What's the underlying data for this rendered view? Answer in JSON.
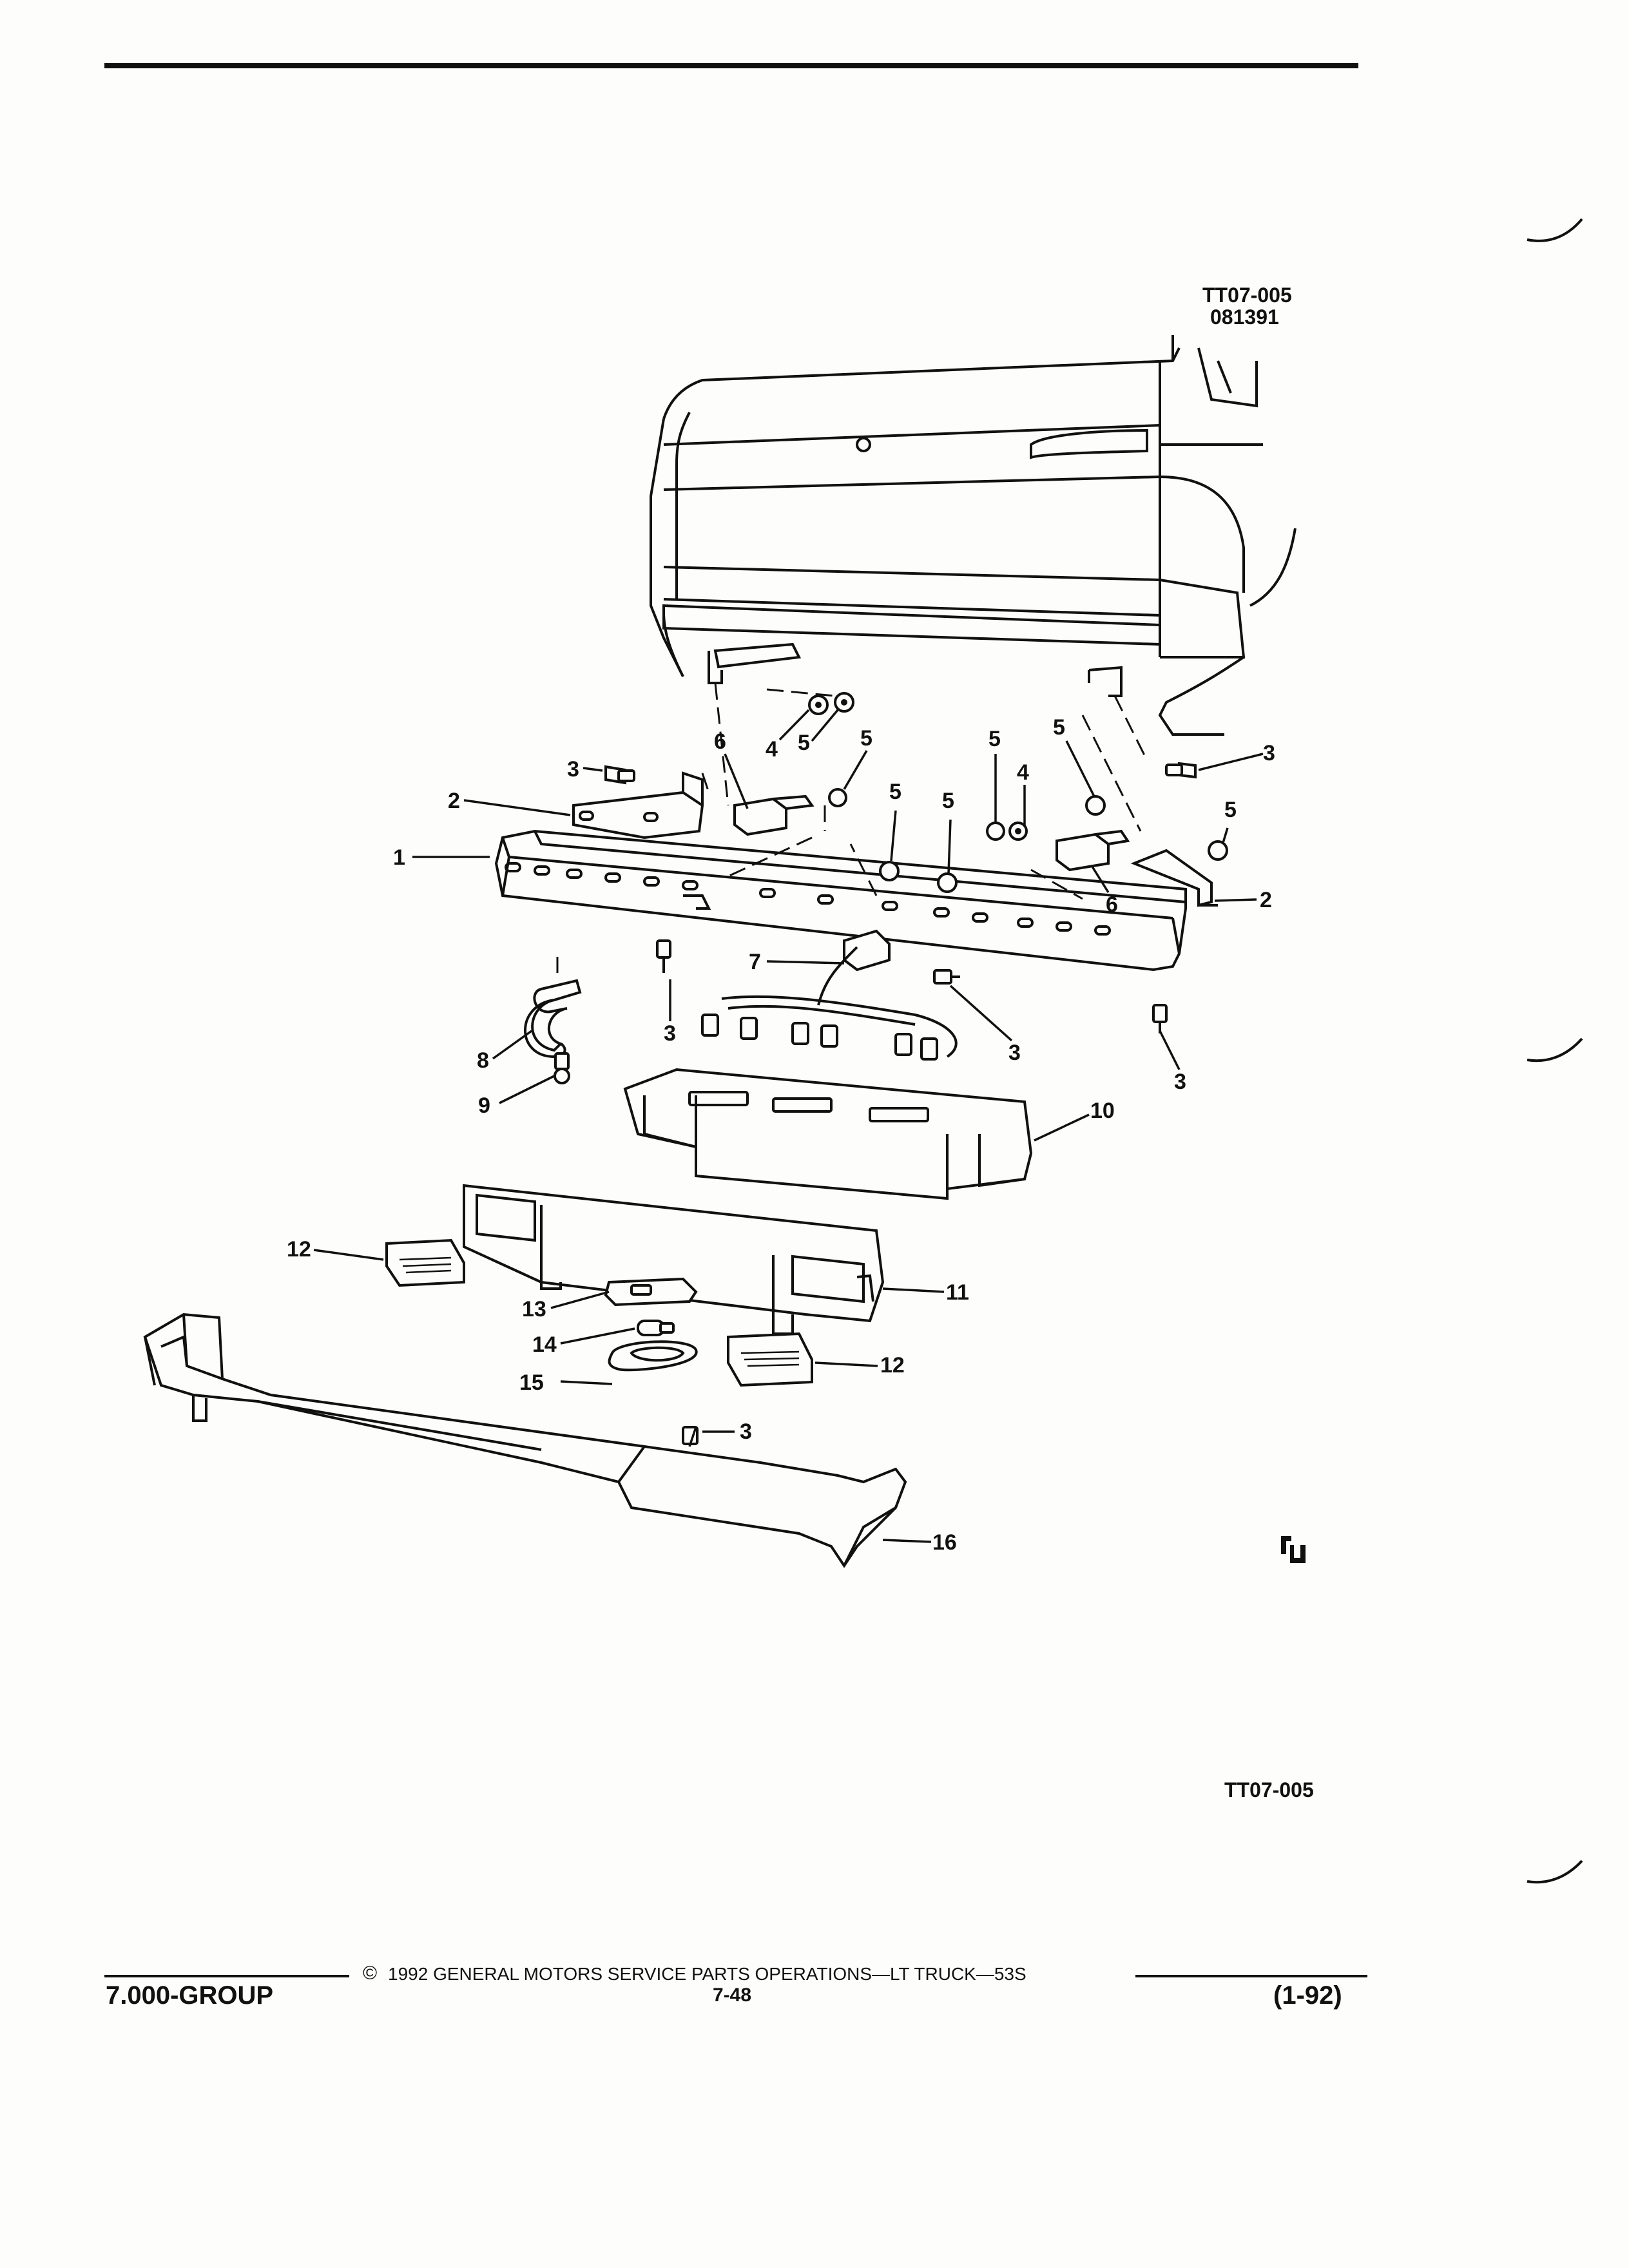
{
  "header": {
    "figure_code": "TT07-005",
    "figure_date": "081391"
  },
  "callouts": [
    {
      "id": "c1",
      "text": "1"
    },
    {
      "id": "c2a",
      "text": "2"
    },
    {
      "id": "c2b",
      "text": "2"
    },
    {
      "id": "c3a",
      "text": "3"
    },
    {
      "id": "c3b",
      "text": "3"
    },
    {
      "id": "c3c",
      "text": "3"
    },
    {
      "id": "c3d",
      "text": "3"
    },
    {
      "id": "c3e",
      "text": "3"
    },
    {
      "id": "c3f",
      "text": "3"
    },
    {
      "id": "c4a",
      "text": "4"
    },
    {
      "id": "c4b",
      "text": "4"
    },
    {
      "id": "c5a",
      "text": "5"
    },
    {
      "id": "c5b",
      "text": "5"
    },
    {
      "id": "c5c",
      "text": "5"
    },
    {
      "id": "c5d",
      "text": "5"
    },
    {
      "id": "c5e",
      "text": "5"
    },
    {
      "id": "c5f",
      "text": "5"
    },
    {
      "id": "c5g",
      "text": "5"
    },
    {
      "id": "c6a",
      "text": "6"
    },
    {
      "id": "c6b",
      "text": "6"
    },
    {
      "id": "c7",
      "text": "7"
    },
    {
      "id": "c8",
      "text": "8"
    },
    {
      "id": "c9",
      "text": "9"
    },
    {
      "id": "c10",
      "text": "10"
    },
    {
      "id": "c11",
      "text": "11"
    },
    {
      "id": "c12a",
      "text": "12"
    },
    {
      "id": "c12b",
      "text": "12"
    },
    {
      "id": "c13",
      "text": "13"
    },
    {
      "id": "c14",
      "text": "14"
    },
    {
      "id": "c15",
      "text": "15"
    },
    {
      "id": "c16",
      "text": "16"
    }
  ],
  "figure_footer_code": "TT07-005",
  "logo_mark": "GM Service Parts Operations mark",
  "footer": {
    "copyright_symbol": "©",
    "copyright_text": "1992  GENERAL MOTORS SERVICE PARTS OPERATIONS—LT TRUCK—53S",
    "group": "7.000-GROUP",
    "page": "7-48",
    "revision": "(1-92)"
  }
}
